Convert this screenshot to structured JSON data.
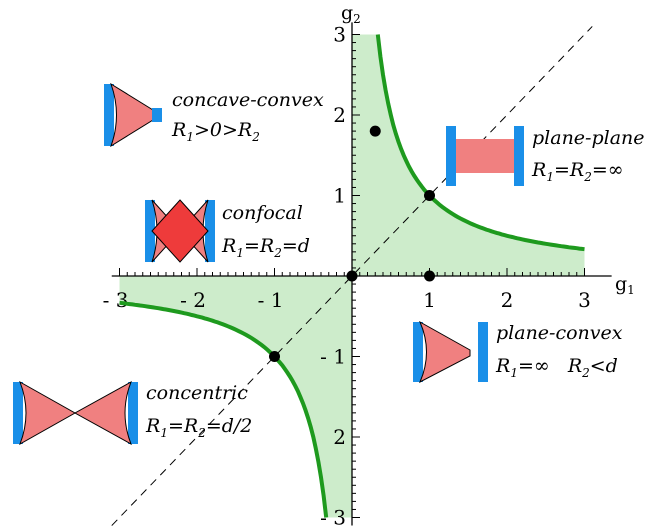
{
  "axes": {
    "x_label": "g",
    "x_label_sub": "1",
    "y_label": "g",
    "y_label_sub": "2",
    "x_ticks": [
      {
        "v": -3,
        "text": "- 3"
      },
      {
        "v": -2,
        "text": "- 2"
      },
      {
        "v": -1,
        "text": "- 1"
      },
      {
        "v": 1,
        "text": "1"
      },
      {
        "v": 2,
        "text": "2"
      },
      {
        "v": 3,
        "text": "3"
      }
    ],
    "y_ticks": [
      {
        "v": 3,
        "text": "3"
      },
      {
        "v": 2,
        "text": "2"
      },
      {
        "v": 1,
        "text": "1"
      },
      {
        "v": -1,
        "text": "- 1"
      },
      {
        "v": -2,
        "text": "2"
      },
      {
        "v": -3,
        "text": "- 3"
      }
    ],
    "xlim": [
      -3,
      3
    ],
    "ylim": [
      -3,
      3
    ]
  },
  "labels": {
    "concave_convex": {
      "name": "concave-convex",
      "cond_parts": [
        "R",
        "1",
        ">0>R",
        "2"
      ]
    },
    "plane_plane": {
      "name": "plane-plane",
      "cond_parts": [
        "R",
        "1",
        "=R",
        "2",
        "=∞"
      ]
    },
    "confocal": {
      "name": "confocal",
      "cond_parts": [
        "R",
        "1",
        "=R",
        "2",
        "=d"
      ]
    },
    "plane_convex": {
      "name": "plane-convex",
      "cond_parts": [
        "R",
        "1",
        "=∞   R",
        "2",
        "<d"
      ]
    },
    "concentric": {
      "name": "concentric",
      "cond_parts": [
        "R",
        "1",
        "=R",
        "2",
        "=d/2"
      ]
    }
  },
  "points": [
    {
      "g1": 0.3,
      "g2": 1.8
    },
    {
      "g1": 1,
      "g2": 1
    },
    {
      "g1": 0,
      "g2": 0
    },
    {
      "g1": 1,
      "g2": 0
    },
    {
      "g1": -1,
      "g2": -1
    }
  ],
  "colors": {
    "stable_fill": "#cdeccb",
    "hyperbola": "#1e9a1e",
    "mirror": "#1a8fe8",
    "beam": "#f08080",
    "beam_overlap": "#ee3b3b"
  }
}
